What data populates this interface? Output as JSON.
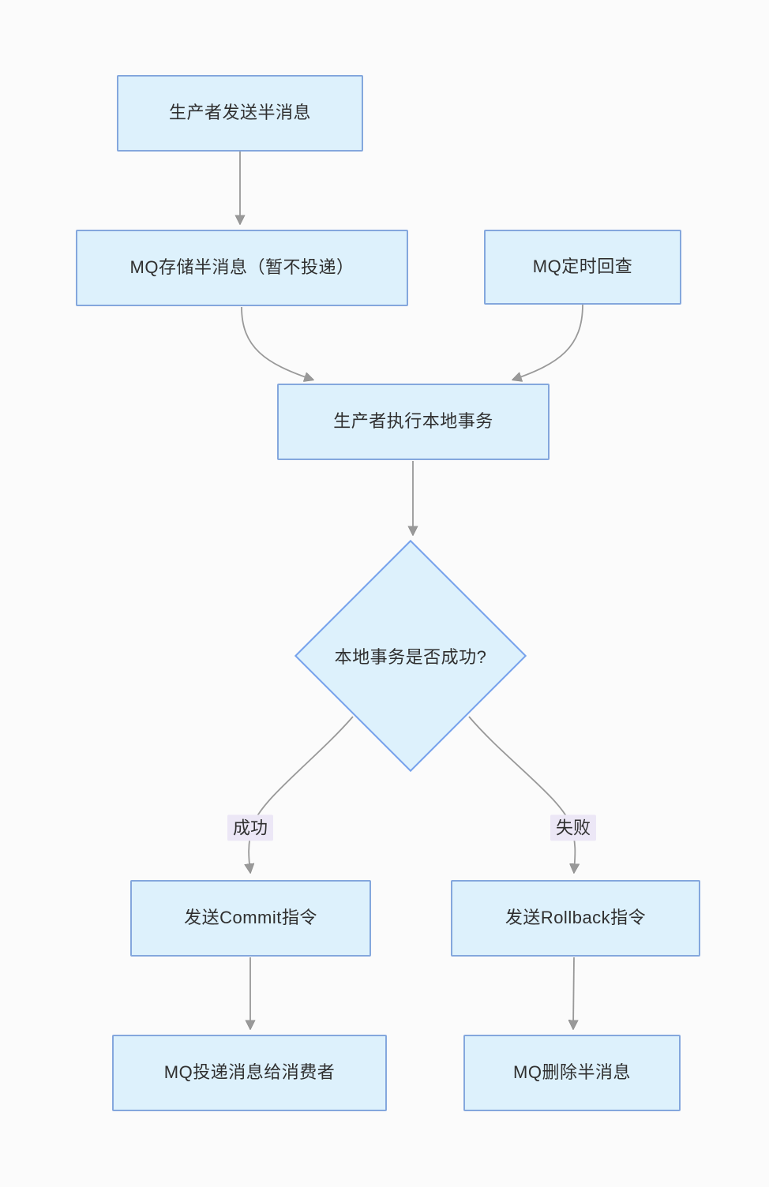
{
  "diagram": {
    "type": "flowchart",
    "topic": "MQ transactional half-message flow",
    "nodes": [
      {
        "id": "producer-send-half-message",
        "shape": "rect",
        "label": "生产者发送半消息"
      },
      {
        "id": "mq-store-half-message",
        "shape": "rect",
        "label": "MQ存储半消息（暂不投递）"
      },
      {
        "id": "mq-scheduled-recheck",
        "shape": "rect",
        "label": "MQ定时回查"
      },
      {
        "id": "producer-exec-local-tx",
        "shape": "rect",
        "label": "生产者执行本地事务"
      },
      {
        "id": "local-tx-success-decision",
        "shape": "diamond",
        "label": "本地事务是否成功?"
      },
      {
        "id": "send-commit",
        "shape": "rect",
        "label": "发送Commit指令"
      },
      {
        "id": "send-rollback",
        "shape": "rect",
        "label": "发送Rollback指令"
      },
      {
        "id": "mq-deliver-to-consumer",
        "shape": "rect",
        "label": "MQ投递消息给消费者"
      },
      {
        "id": "mq-delete-half-message",
        "shape": "rect",
        "label": "MQ删除半消息"
      }
    ],
    "edges": [
      {
        "from": "producer-send-half-message",
        "to": "mq-store-half-message",
        "label": ""
      },
      {
        "from": "mq-store-half-message",
        "to": "producer-exec-local-tx",
        "label": ""
      },
      {
        "from": "mq-scheduled-recheck",
        "to": "producer-exec-local-tx",
        "label": ""
      },
      {
        "from": "producer-exec-local-tx",
        "to": "local-tx-success-decision",
        "label": ""
      },
      {
        "from": "local-tx-success-decision",
        "to": "send-commit",
        "label": "成功"
      },
      {
        "from": "local-tx-success-decision",
        "to": "send-rollback",
        "label": "失败"
      },
      {
        "from": "send-commit",
        "to": "mq-deliver-to-consumer",
        "label": ""
      },
      {
        "from": "send-rollback",
        "to": "mq-delete-half-message",
        "label": ""
      }
    ],
    "colors": {
      "background": "#fbfbfb",
      "node_fill": "#ddf1fc",
      "node_border": "#84a7dd",
      "diamond_border": "#77a2ec",
      "arrow": "#999999",
      "edge_label_bg": "#ece7f6",
      "text": "#2f2f2f"
    }
  }
}
